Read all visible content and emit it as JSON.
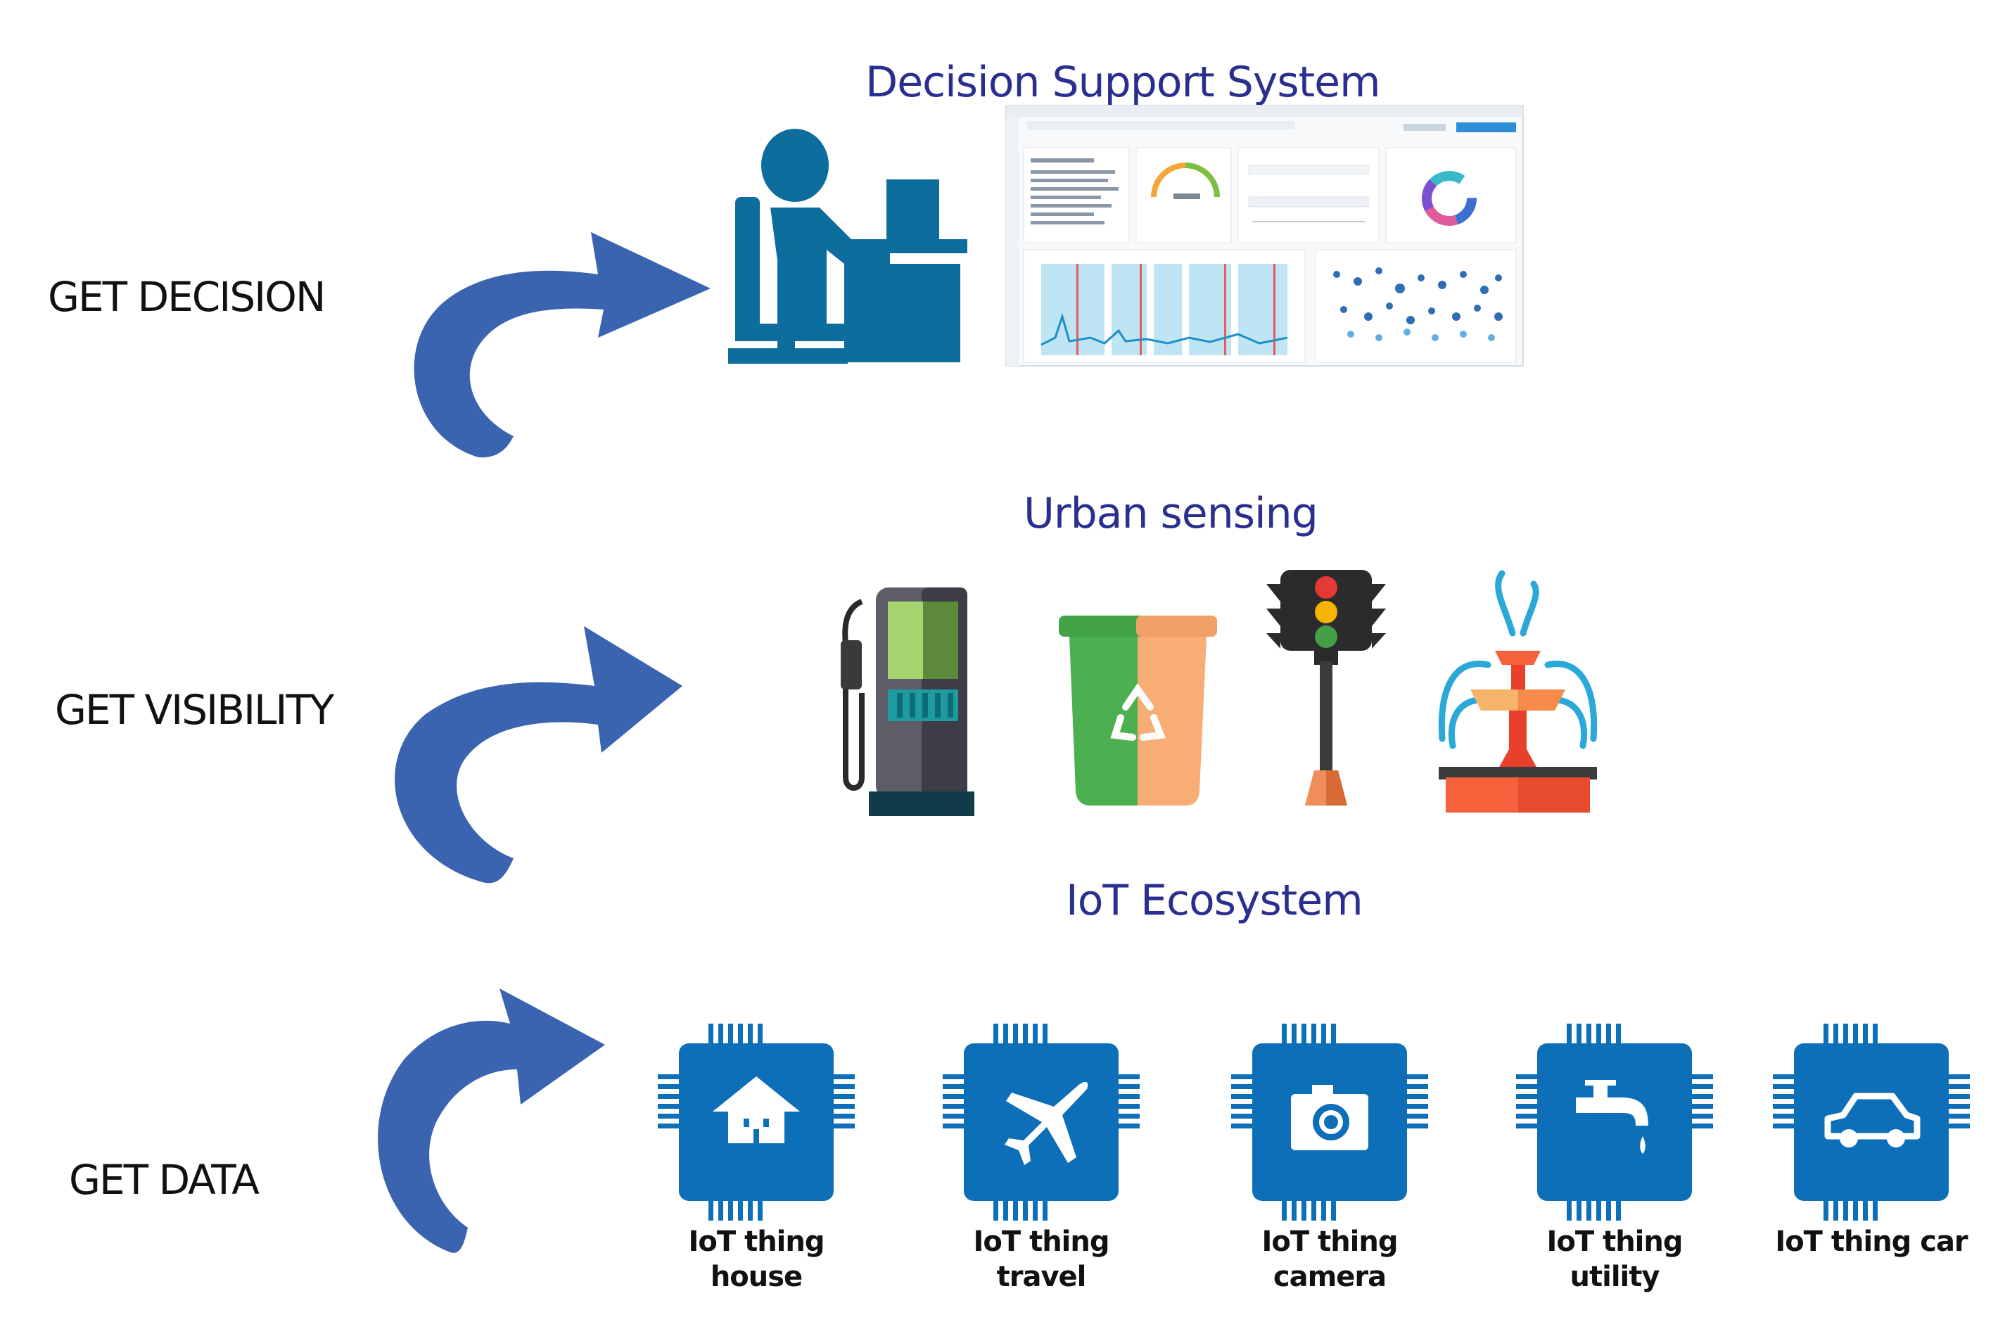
{
  "stages": {
    "decision": "GET DECISION",
    "visibility": "GET VISIBILITY",
    "data": "GET DATA"
  },
  "sections": {
    "dss": "Decision Support System",
    "urban": "Urban sensing",
    "iot": "IoT Ecosystem"
  },
  "iot_things": [
    {
      "line1": "IoT thing",
      "line2": "house",
      "icon": "house-icon"
    },
    {
      "line1": "IoT thing",
      "line2": "travel",
      "icon": "airplane-icon"
    },
    {
      "line1": "IoT thing",
      "line2": "camera",
      "icon": "camera-icon"
    },
    {
      "line1": "IoT thing",
      "line2": "utility",
      "icon": "faucet-icon"
    },
    {
      "line1": "IoT thing car",
      "line2": "",
      "icon": "car-icon"
    }
  ],
  "urban_icons": [
    "fuel-pump-icon",
    "recycle-bin-icon",
    "traffic-light-icon",
    "fountain-icon"
  ],
  "colors": {
    "arrow": "#3a63b0",
    "title": "#2a2f8f",
    "chip": "#0d6fb8",
    "person": "#0d6d9c"
  }
}
